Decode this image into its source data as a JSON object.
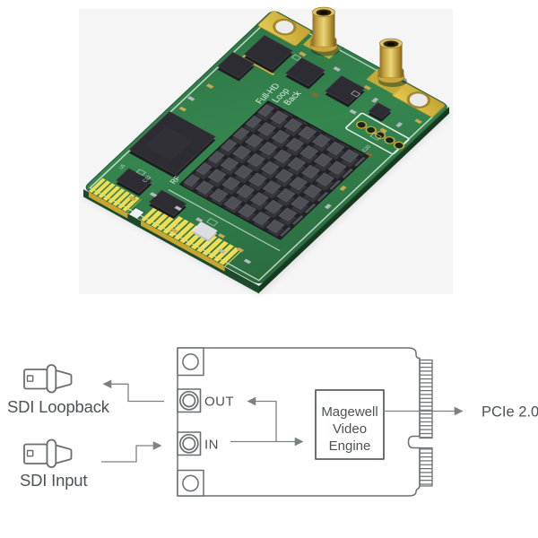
{
  "photo": {
    "background_color": "#f5f5f6",
    "silkscreen": {
      "line1": "Full-HD",
      "line2": "Loop",
      "line3": "Back",
      "rf_label": "RF",
      "tiny_labels": [
        "T7",
        "R17",
        "C12",
        "C20",
        "R22",
        "U5"
      ]
    },
    "colors": {
      "pcb": "#32804d",
      "pcb_dark": "#2a6b40",
      "pcb_side": "#1c4a2a",
      "gold_fingers": "#eedd55",
      "gold_deep": "#c7a52f",
      "heatsink": "#3a3a40",
      "chip": "#232329",
      "connector_gold": "#caa73d"
    }
  },
  "diagram": {
    "ports": {
      "out": "OUT",
      "in": "IN"
    },
    "engine": {
      "line1": "Magewell",
      "line2": "Video",
      "line3": "Engine"
    },
    "labels": {
      "loopback": "SDI Loopback",
      "input": "SDI Input",
      "bus": "PCIe 2.0"
    },
    "colors": {
      "line": "#7d8084",
      "outline": "#6b6e72",
      "text": "#4e5156"
    }
  }
}
